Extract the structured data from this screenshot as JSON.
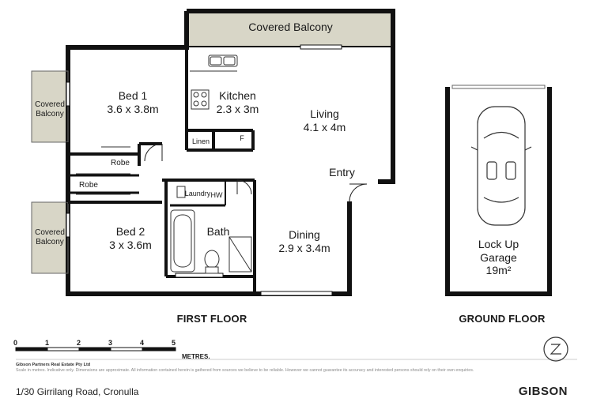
{
  "rooms": {
    "covered_balcony_top": "Covered Balcony",
    "bed1_name": "Bed 1",
    "bed1_size": "3.6 x 3.8m",
    "kitchen_name": "Kitchen",
    "kitchen_size": "2.3 x 3m",
    "living_name": "Living",
    "living_size": "4.1 x 4m",
    "linen": "Linen",
    "fridge": "F",
    "entry": "Entry",
    "robe1": "Robe",
    "robe2": "Robe",
    "laundry": "Laundry",
    "hw": "HW",
    "bath": "Bath",
    "bed2_name": "Bed 2",
    "bed2_size": "3 x 3.6m",
    "dining_name": "Dining",
    "dining_size": "2.9 x 3.4m",
    "covered_balcony_left1_line1": "Covered",
    "covered_balcony_left1_line2": "Balcony",
    "covered_balcony_left2_line1": "Covered",
    "covered_balcony_left2_line2": "Balcony",
    "garage_line1": "Lock Up",
    "garage_line2": "Garage",
    "garage_line3": "19m²"
  },
  "floors": {
    "first": "FIRST FLOOR",
    "ground": "GROUND FLOOR"
  },
  "scale": {
    "ticks": [
      "0",
      "1",
      "2",
      "3",
      "4",
      "5"
    ],
    "unit": "METRES."
  },
  "footer": {
    "agency": "Gibson Partners Real Estate Pty Ltd",
    "disclaimer": "Scale in metres. Indicative only. Dimensions are approximate. All information contained herein is gathered from sources we believe to be reliable. However we cannot guarantee its accuracy and interested persons should rely on their own enquiries.",
    "address": "1/30 Girrilang Road, Cronulla",
    "brand": "GIBSON"
  },
  "colors": {
    "balcony_fill": "#d8d6c7",
    "wall": "#111111"
  },
  "icons": {
    "compass": "north-compass-icon",
    "car": "car-icon"
  }
}
